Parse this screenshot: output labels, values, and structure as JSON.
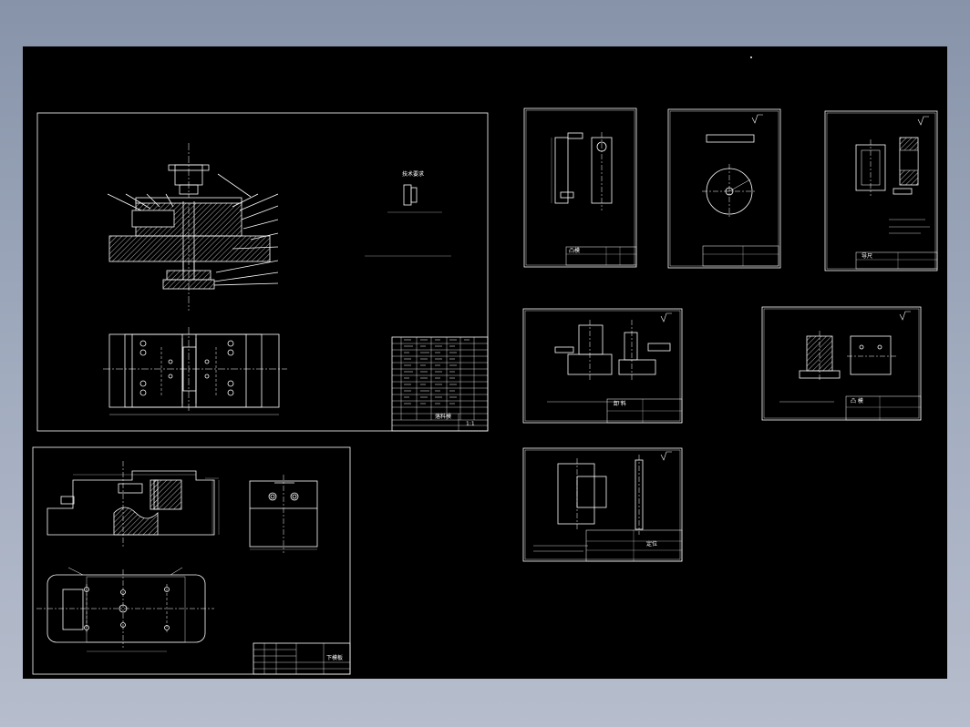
{
  "app": {
    "background_colors": [
      "#8793a9",
      "#b6bdcc"
    ],
    "canvas_color": "#000000",
    "line_color": "#ffffff"
  },
  "sheets": {
    "assembly": {
      "title_block_name": "落料模",
      "tech_req_title": "技术要求",
      "ratio": "1:1"
    },
    "lower_die": {
      "title_block_name": "下模板"
    },
    "punch": {
      "title_block_name": "凸模"
    },
    "blank": {
      "title_block_name": ""
    },
    "guide_plate": {
      "title_block_name": "导尺"
    },
    "stripper": {
      "title_block_name": "卸 料"
    },
    "die_insert": {
      "title_block_name": "凸 模"
    },
    "pin": {
      "title_block_name": "定位"
    }
  },
  "roughness_icon": "surface-roughness-icon"
}
